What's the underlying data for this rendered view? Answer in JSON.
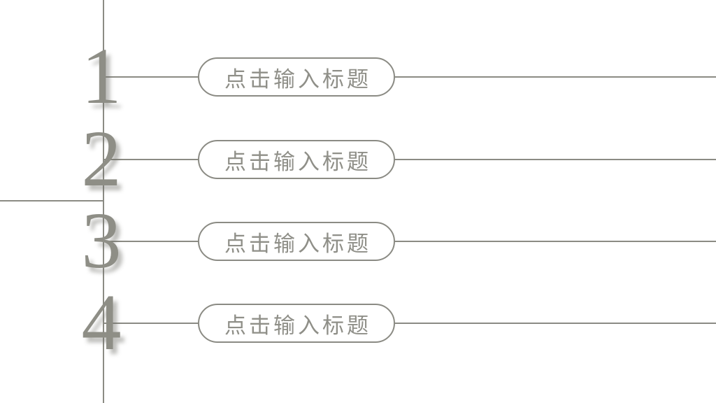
{
  "slide": {
    "colors": {
      "background": "#ffffff",
      "line": "#8b8b84",
      "number": "#8e8e86",
      "label": "#8f8f88"
    },
    "items": [
      {
        "number": "1",
        "label": "点击输入标题"
      },
      {
        "number": "2",
        "label": "点击输入标题"
      },
      {
        "number": "3",
        "label": "点击输入标题"
      },
      {
        "number": "4",
        "label": "点击输入标题"
      }
    ]
  }
}
